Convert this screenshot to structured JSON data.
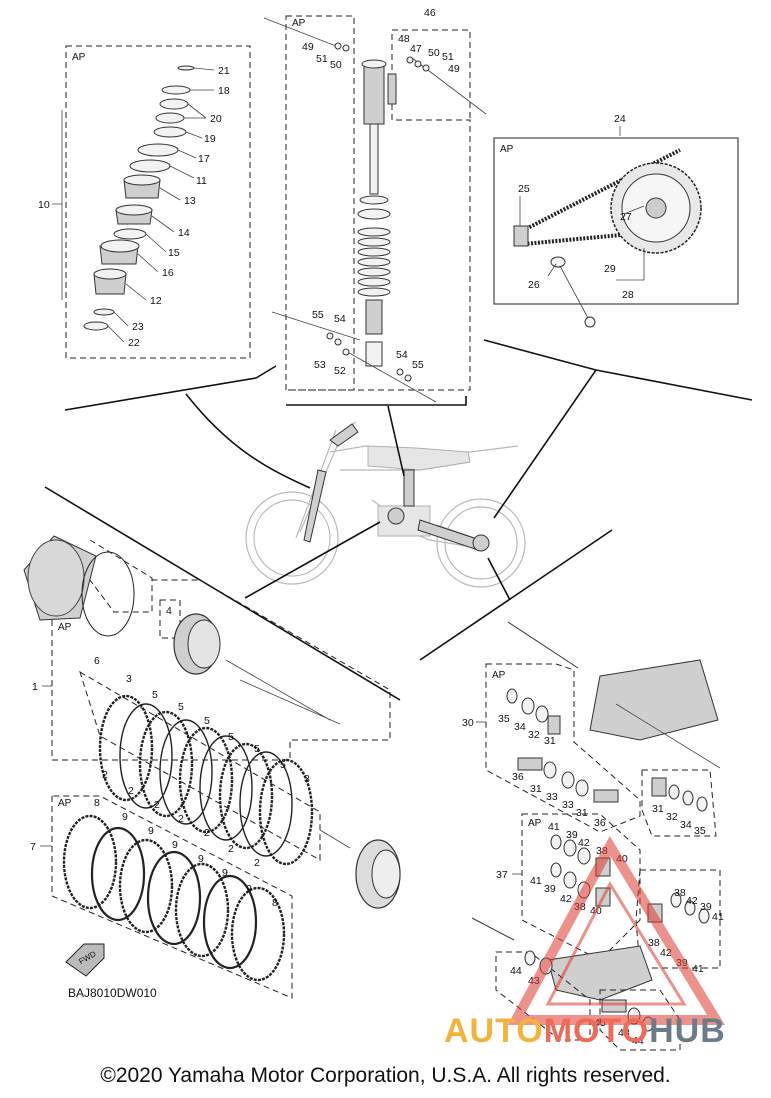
{
  "figure": {
    "code": "BAJ8010DW010",
    "copyright": "©2020 Yamaha Motor Corporation, U.S.A. All rights reserved.",
    "fwd_label": "FWD"
  },
  "watermark": {
    "part1": "AUTO",
    "part2": "MOTO",
    "part3": "HUB"
  },
  "ap_label": "AP",
  "callouts": {
    "c21": "21",
    "c18": "18",
    "c20": "20",
    "c19": "19",
    "c17": "17",
    "c11": "11",
    "c13": "13",
    "c10": "10",
    "c14": "14",
    "c15": "15",
    "c16": "16",
    "c12": "12",
    "c23": "23",
    "c22": "22",
    "c46": "46",
    "c48": "48",
    "c47": "47",
    "c50a": "50",
    "c51a": "51",
    "c49a": "49",
    "c49b": "49",
    "c51b": "51",
    "c50b": "50",
    "c55a": "55",
    "c54a": "54",
    "c53": "53",
    "c52": "52",
    "c54b": "54",
    "c55b": "55",
    "c24": "24",
    "c25": "25",
    "c27": "27",
    "c26": "26",
    "c29": "29",
    "c28": "28",
    "c1": "1",
    "c4": "4",
    "c6": "6",
    "c3a": "3",
    "c3b": "3",
    "c7": "7",
    "c5a": "5",
    "c5b": "5",
    "c5c": "5",
    "c5d": "5",
    "c5e": "5",
    "c5f": "5",
    "c5g": "5",
    "c2a": "2",
    "c2b": "2",
    "c2c": "2",
    "c2d": "2",
    "c2e": "2",
    "c2f": "2",
    "c2g": "2",
    "c8a": "8",
    "c8b": "8",
    "c9a": "9",
    "c9b": "9",
    "c9c": "9",
    "c9d": "9",
    "c9e": "9",
    "c9f": "9",
    "c30": "30",
    "c35a": "35",
    "c34a": "34",
    "c32a": "32",
    "c31a": "31",
    "c36a": "36",
    "c31b": "31",
    "c33a": "33",
    "c33b": "33",
    "c31c": "31",
    "c36b": "36",
    "c31d": "31",
    "c32b": "32",
    "c34b": "34",
    "c35b": "35",
    "c37": "37",
    "c41a": "41",
    "c39a": "39",
    "c42a": "42",
    "c38a": "38",
    "c40a": "40",
    "c41b": "41",
    "c39b": "39",
    "c38b": "38",
    "c42b": "42",
    "c40b": "40",
    "c38c": "38",
    "c42c": "42",
    "c39c": "39",
    "c41c": "41",
    "c38d": "38",
    "c42d": "42",
    "c39d": "39",
    "c41d": "41",
    "c44a": "44",
    "c43a": "43",
    "c45": "45",
    "c43b": "43",
    "c44b": "44"
  }
}
